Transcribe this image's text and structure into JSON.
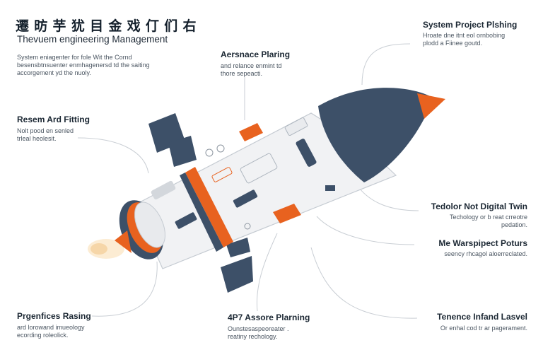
{
  "header": {
    "title": "遷 昉 芋 犹 目 ⾦ 戏 仃 们 右",
    "subtitle": "Thevuem engineering Management"
  },
  "intro": {
    "lines": [
      "System eniagenter for fole Wit the Cornd",
      "besensbtnsuenter enmhagenersd td the saiting",
      "accorgement yd the nuoly."
    ]
  },
  "callouts": {
    "research": {
      "heading": "Resem Ard Fitting",
      "lines": [
        "Nolt pood en senled",
        "trleal heolesit."
      ]
    },
    "progress": {
      "heading": "Prgenfices Rasing",
      "lines": [
        "ard lorowand imueology",
        "ecording roleolick."
      ]
    },
    "aerospace": {
      "heading": "Aersnace Plaring",
      "lines": [
        "and relance enmint td",
        "thore sepeacti."
      ]
    },
    "assure": {
      "heading": "4P7 Assore Plarning",
      "lines": [
        "Ounstesaspeoreater .",
        "reatiny rechology."
      ]
    },
    "system_project": {
      "heading": "System Project Plshing",
      "lines": [
        "Hroate dne itnt eol ornbobing",
        "plodd a Fiinee goutd."
      ]
    },
    "digital_twin": {
      "heading": "Tedolor Not Digital Twin",
      "lines": [
        "Techology or b reat crreotre",
        "pedation."
      ]
    },
    "warshipect": {
      "heading": "Me Warspipect Poturs",
      "lines": [
        "seency rhcagol aloerreclated."
      ]
    },
    "tenence": {
      "heading": "Tenence Infand Lasvel",
      "lines": [
        "Or enhal cod tr ar pagerament."
      ]
    }
  },
  "colors": {
    "navy": "#3d5068",
    "orange": "#e8621f",
    "hull": "#f1f2f4",
    "line": "#c9ced4"
  }
}
